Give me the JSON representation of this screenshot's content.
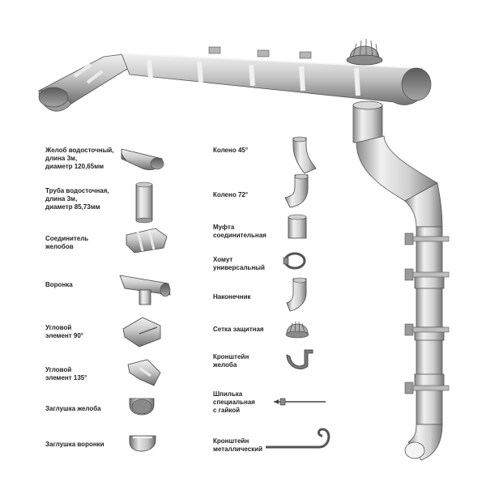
{
  "colors": {
    "metal_light": "#eeeeee",
    "metal_mid": "#c4c4c4",
    "metal_dark": "#7d7d7d",
    "metal_shadow": "#4a4a4a",
    "label_text": "#222222"
  },
  "labels": {
    "gutter": "Желоб водосточный,\nдлина 3м,\nдиаметр 120,65мм",
    "pipe": "Труба водосточная,\nдлина 3м,\nдиаметр 85,73мм",
    "gutter_connector": "Соединитель\nжелобов",
    "funnel": "Воронка",
    "corner_90": "Угловой\nэлемент 90°",
    "corner_135": "Угловой\nэлемент 135°",
    "gutter_cap": "Заглушка желоба",
    "funnel_cap": "Заглушка воронки",
    "elbow_45": "Колено 45°",
    "elbow_72": "Колено 72°",
    "coupling": "Муфта\nсоединительная",
    "clamp": "Хомут\nуниверсальный",
    "outlet": "Наконечник",
    "mesh": "Сетка защитная",
    "gutter_bracket": "Кронштейн\nжелоба",
    "stud": "Шпилька\nспециальная\nс гайкой",
    "metal_bracket": "Кронштейн\nметаллический"
  }
}
